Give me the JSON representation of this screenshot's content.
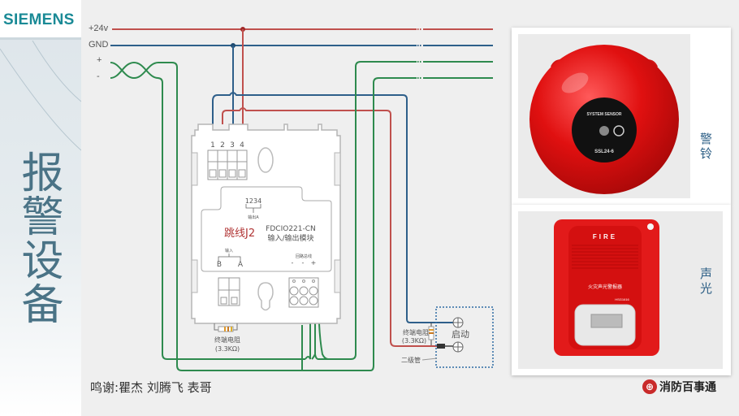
{
  "sidebar": {
    "logo": "SIEMENS",
    "title": "报警设备"
  },
  "diagram": {
    "wire_labels": {
      "v24": "+24v",
      "gnd": "GND",
      "plus": "+",
      "minus": "-"
    },
    "module": {
      "terminal_numbers": [
        "1",
        "2",
        "3",
        "4"
      ],
      "jumper_pins": "1234",
      "jumper_sub_label": "输出A",
      "jumper_label": "跳线J2",
      "model": "FDCIO221-CN",
      "model_desc": "输入/输出模块",
      "input_label": "输入",
      "input_b": "B",
      "input_a": "A",
      "loop_label": "回路总线",
      "loop_signs": [
        "-",
        "-",
        "+"
      ]
    },
    "eol_resistor_label": "终端电阻",
    "eol_resistor_value": "(3.3KΩ)",
    "start_label": "启动",
    "remote_resistor_label": "终端电阻",
    "remote_resistor_value": "(3.3KΩ)",
    "diode_label": "二级管",
    "colors": {
      "red_wire": "#c0504d",
      "blue_wire": "#2e5f8a",
      "green_wire": "#2e8a4e"
    }
  },
  "credits": "鸣谢:瞿杰  刘腾飞 表哥",
  "cards": [
    {
      "label": "警铃",
      "product_brand": "SYSTEM SENSOR",
      "product_model": "SSL24-6"
    },
    {
      "label": "声光",
      "product_text": "FIRE",
      "product_name": "火灾声光警报器",
      "product_model": "HSG1616"
    }
  ],
  "brand": {
    "name": "消防百事通"
  }
}
